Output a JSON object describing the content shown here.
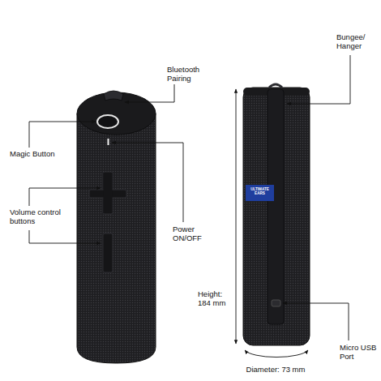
{
  "diagram": {
    "labels": [
      "Bluetooth Pairing",
      "Magic Button",
      "Volume control buttons",
      "Power ON/OFF",
      "Bungee/ Hanger",
      "ULTIMATE EARS",
      "Height: 184 mm",
      "Diameter: 73 mm",
      "Micro USB Port"
    ]
  }
}
